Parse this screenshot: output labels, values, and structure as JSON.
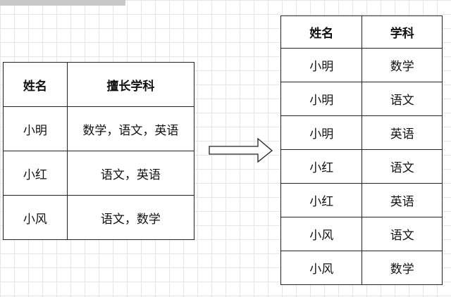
{
  "left_table": {
    "headers": [
      "姓名",
      "擅长学科"
    ],
    "rows": [
      [
        "小明",
        "数学，语文，英语"
      ],
      [
        "小红",
        "语文，英语"
      ],
      [
        "小风",
        "语文，数学"
      ]
    ]
  },
  "right_table": {
    "headers": [
      "姓名",
      "学科"
    ],
    "rows": [
      [
        "小明",
        "数学"
      ],
      [
        "小明",
        "语文"
      ],
      [
        "小明",
        "英语"
      ],
      [
        "小红",
        "语文"
      ],
      [
        "小红",
        "英语"
      ],
      [
        "小风",
        "语文"
      ],
      [
        "小风",
        "数学"
      ]
    ]
  },
  "arrow": {
    "icon": "right-arrow-icon"
  },
  "colors": {
    "border": "#222222",
    "grid_background": "#e6e6e6"
  }
}
